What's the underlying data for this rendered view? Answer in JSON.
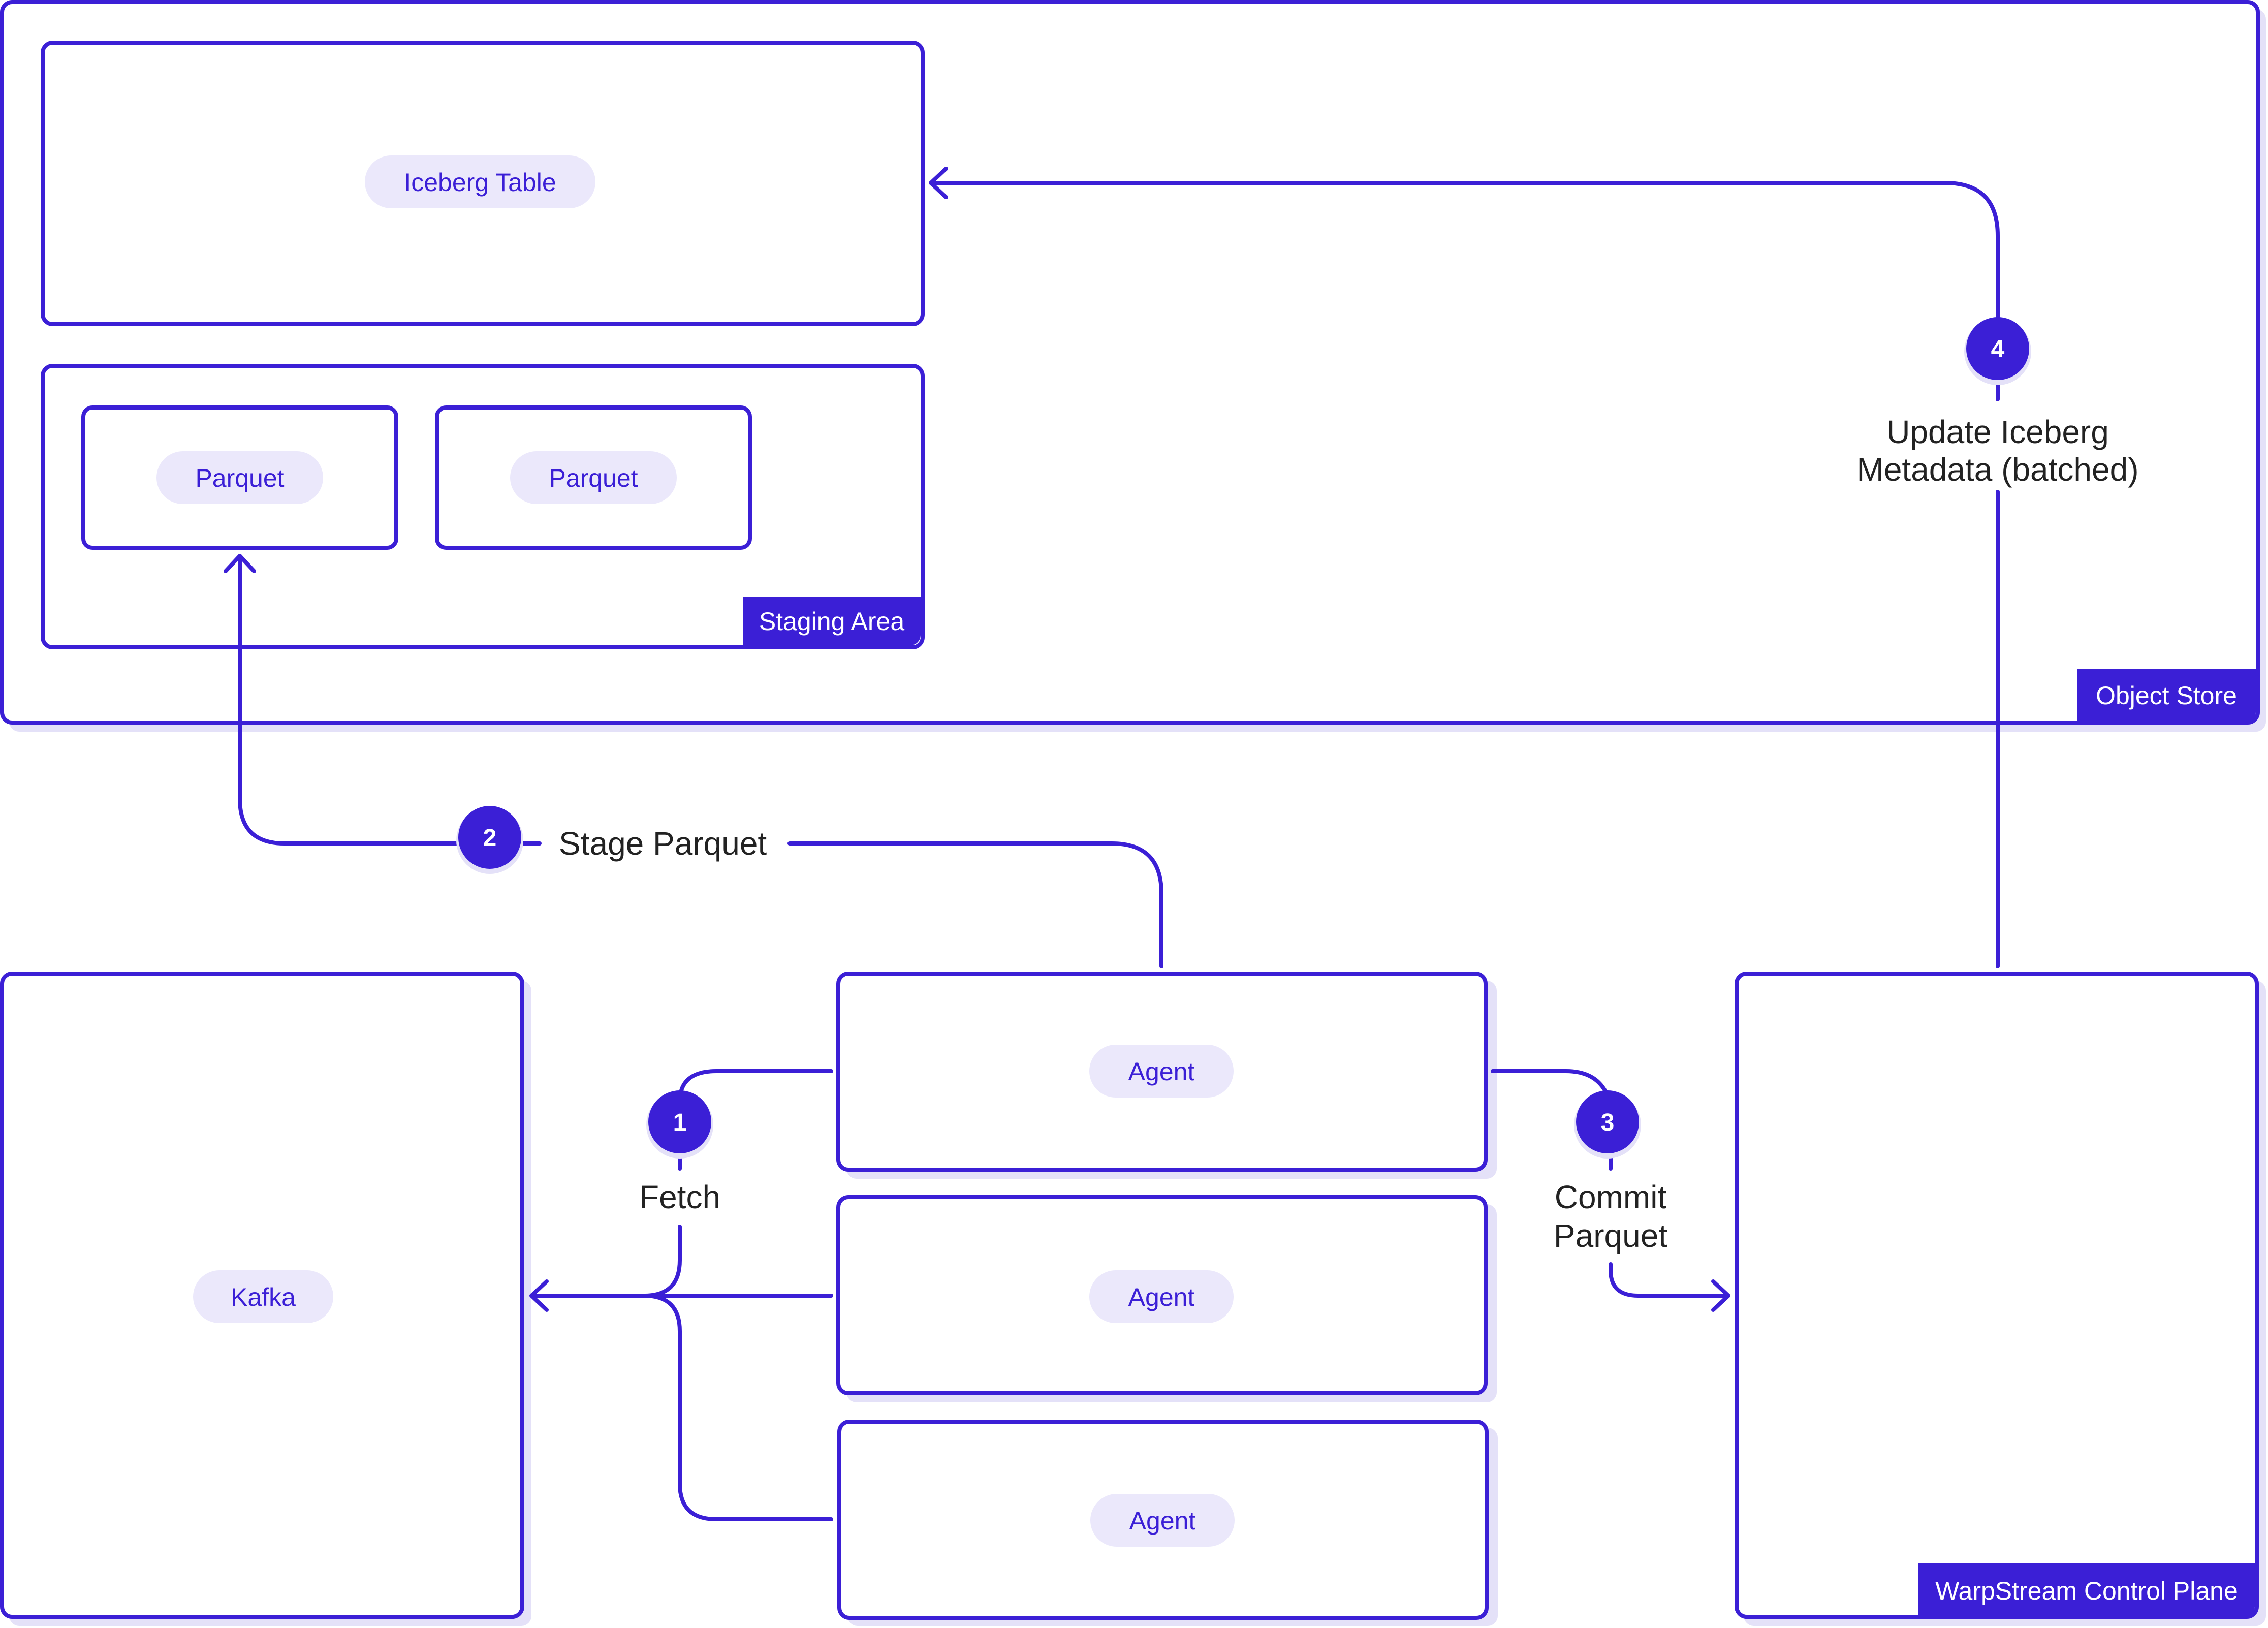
{
  "colors": {
    "stroke": "#3b1fd6",
    "shadow": "#e4e1f8",
    "pill_fill": "#ebe8fb",
    "tag_fill": "#3b1fd6",
    "badge_fill": "#3b1fd6",
    "label_text": "#222222"
  },
  "containers": {
    "object_store": "Object Store",
    "staging_area": "Staging Area",
    "control_plane": "WarpStream Control Plane"
  },
  "nodes": {
    "iceberg_table": "Iceberg Table",
    "parquet_1": "Parquet",
    "parquet_2": "Parquet",
    "kafka": "Kafka",
    "agent_1": "Agent",
    "agent_2": "Agent",
    "agent_3": "Agent"
  },
  "steps": [
    {
      "number": "1",
      "label": "Fetch"
    },
    {
      "number": "2",
      "label": "Stage Parquet"
    },
    {
      "number": "3",
      "label_line1": "Commit",
      "label_line2": "Parquet"
    },
    {
      "number": "4",
      "label_line1": "Update Iceberg",
      "label_line2": "Metadata (batched)"
    }
  ]
}
